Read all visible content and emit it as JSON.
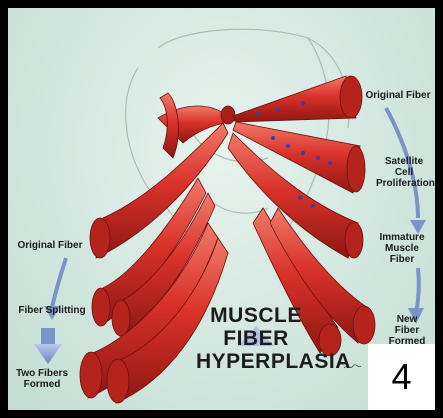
{
  "diagram": {
    "title_lines": [
      "MUSCLE",
      "FIBER",
      "HYPERPLASIA"
    ],
    "labels": {
      "original_fiber_right": "Original Fiber",
      "satellite_cell": "Satellite Cell Proliferation",
      "immature_fiber": "Immature Muscle Fiber",
      "new_fiber": "New Fiber Formed",
      "original_fiber_left": "Original Fiber",
      "fiber_splitting": "Fiber Splitting",
      "two_fibers": "Two Fibers Formed"
    },
    "slide_number": "4"
  },
  "colors": {
    "background": "#d2e7df",
    "fiber_red": "#d9322a",
    "fiber_dark": "#8e1712",
    "arrow_blue": "#7c93c9",
    "nuclei": "#3b3f9e"
  }
}
